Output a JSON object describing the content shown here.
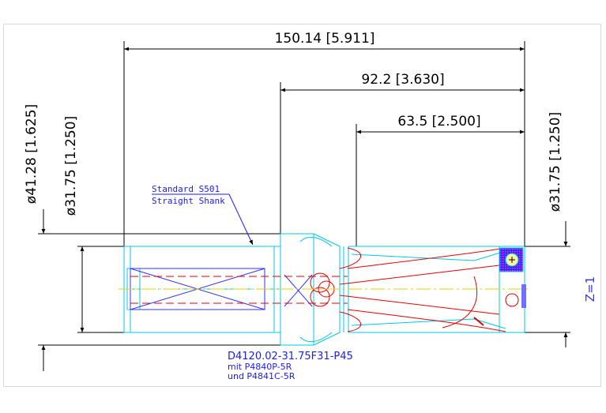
{
  "dimensions": {
    "overall_length": "150.14 [5.911]",
    "body_length": "92.2 [3.630]",
    "flute_length": "63.5 [2.500]",
    "body_diameter": "ø41.28 [1.625]",
    "shank_diameter": "ø31.75 [1.250]",
    "tip_diameter": "ø31.75 [1.250]"
  },
  "shank_note": {
    "line1": "Standard S501",
    "line2": "Straight Shank"
  },
  "part_number": {
    "main": "D4120.02-31.75F31-P45",
    "line2": "mit P4840P-5R",
    "line3": "und P4841C-5R"
  },
  "scale": "Z=1",
  "colors": {
    "dimension": "#000000",
    "outline": "#00c8e6",
    "flute": "#e60000",
    "annotation": "#1a1aff",
    "centerline": "#e6d200"
  }
}
